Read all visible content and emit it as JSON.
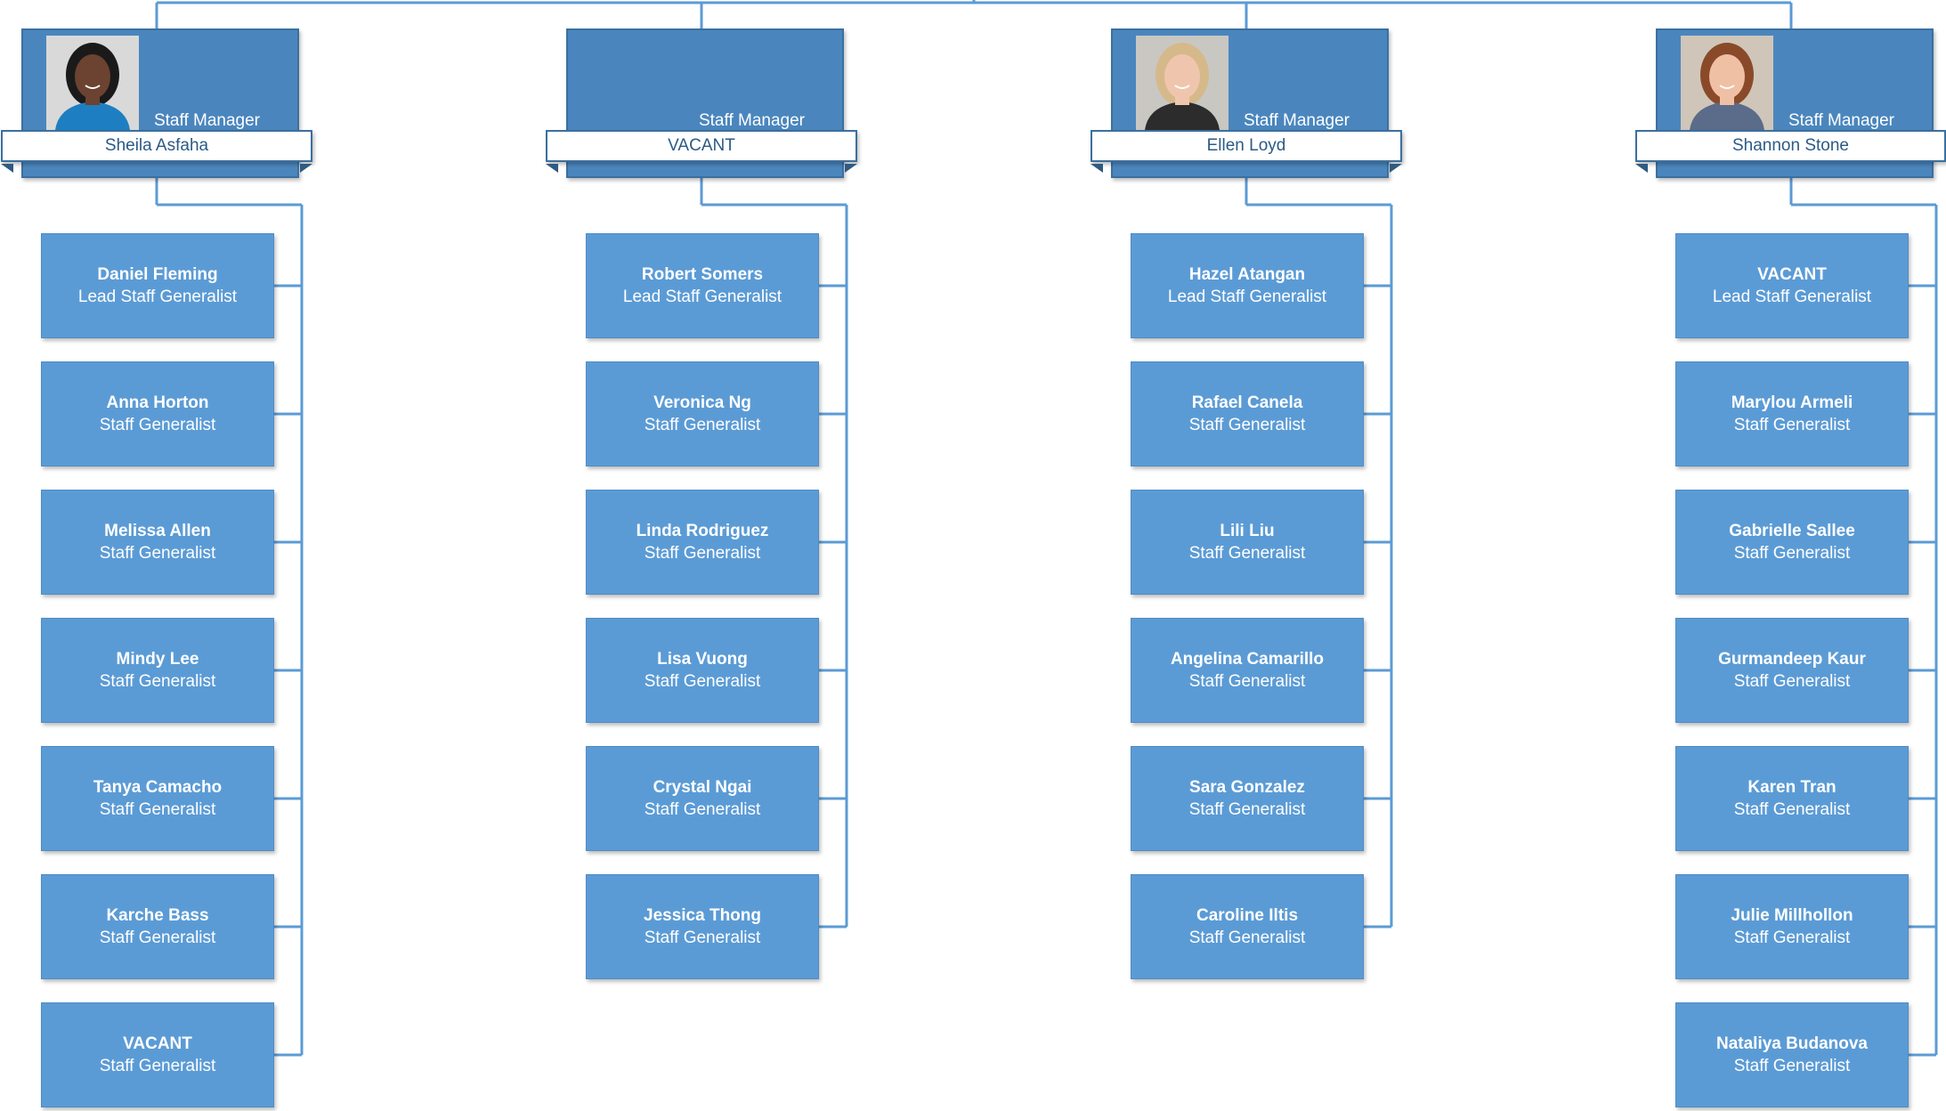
{
  "colors": {
    "connector": "#5b9bd5",
    "card_fill": "#5b9bd5",
    "manager_fill": "#4a86bd",
    "banner_text": "#2c5a86"
  },
  "teams": [
    {
      "manager": {
        "title": "Staff Manager",
        "name": "Sheila Asfaha",
        "photo_icon": "person-photo-icon"
      },
      "staff": [
        {
          "name": "Daniel Fleming",
          "role": "Lead Staff Generalist"
        },
        {
          "name": "Anna Horton",
          "role": "Staff Generalist"
        },
        {
          "name": "Melissa Allen",
          "role": "Staff Generalist"
        },
        {
          "name": "Mindy Lee",
          "role": "Staff Generalist"
        },
        {
          "name": "Tanya Camacho",
          "role": "Staff Generalist"
        },
        {
          "name": "Karche Bass",
          "role": "Staff Generalist"
        },
        {
          "name": "VACANT",
          "role": "Staff Generalist"
        }
      ]
    },
    {
      "manager": {
        "title": "Staff Manager",
        "name": "VACANT",
        "photo_icon": ""
      },
      "staff": [
        {
          "name": "Robert Somers",
          "role": "Lead Staff Generalist"
        },
        {
          "name": "Veronica Ng",
          "role": "Staff Generalist"
        },
        {
          "name": "Linda Rodriguez",
          "role": "Staff Generalist"
        },
        {
          "name": "Lisa Vuong",
          "role": "Staff Generalist"
        },
        {
          "name": "Crystal Ngai",
          "role": "Staff Generalist"
        },
        {
          "name": "Jessica Thong",
          "role": "Staff Generalist"
        }
      ]
    },
    {
      "manager": {
        "title": "Staff Manager",
        "name": "Ellen Loyd",
        "photo_icon": "person-photo-icon"
      },
      "staff": [
        {
          "name": "Hazel Atangan",
          "role": "Lead Staff Generalist"
        },
        {
          "name": "Rafael Canela",
          "role": "Staff Generalist"
        },
        {
          "name": "Lili Liu",
          "role": "Staff Generalist"
        },
        {
          "name": "Angelina Camarillo",
          "role": "Staff Generalist"
        },
        {
          "name": "Sara Gonzalez",
          "role": "Staff Generalist"
        },
        {
          "name": "Caroline Iltis",
          "role": "Staff Generalist"
        }
      ]
    },
    {
      "manager": {
        "title": "Staff Manager",
        "name": "Shannon Stone",
        "photo_icon": "person-photo-icon"
      },
      "staff": [
        {
          "name": "VACANT",
          "role": "Lead Staff Generalist"
        },
        {
          "name": "Marylou Armeli",
          "role": "Staff Generalist"
        },
        {
          "name": "Gabrielle Sallee",
          "role": "Staff Generalist"
        },
        {
          "name": "Gurmandeep Kaur",
          "role": "Staff Generalist"
        },
        {
          "name": "Karen Tran",
          "role": "Staff Generalist"
        },
        {
          "name": "Julie Millhollon",
          "role": "Staff Generalist"
        },
        {
          "name": "Nataliya Budanova",
          "role": "Staff Generalist"
        }
      ]
    }
  ]
}
